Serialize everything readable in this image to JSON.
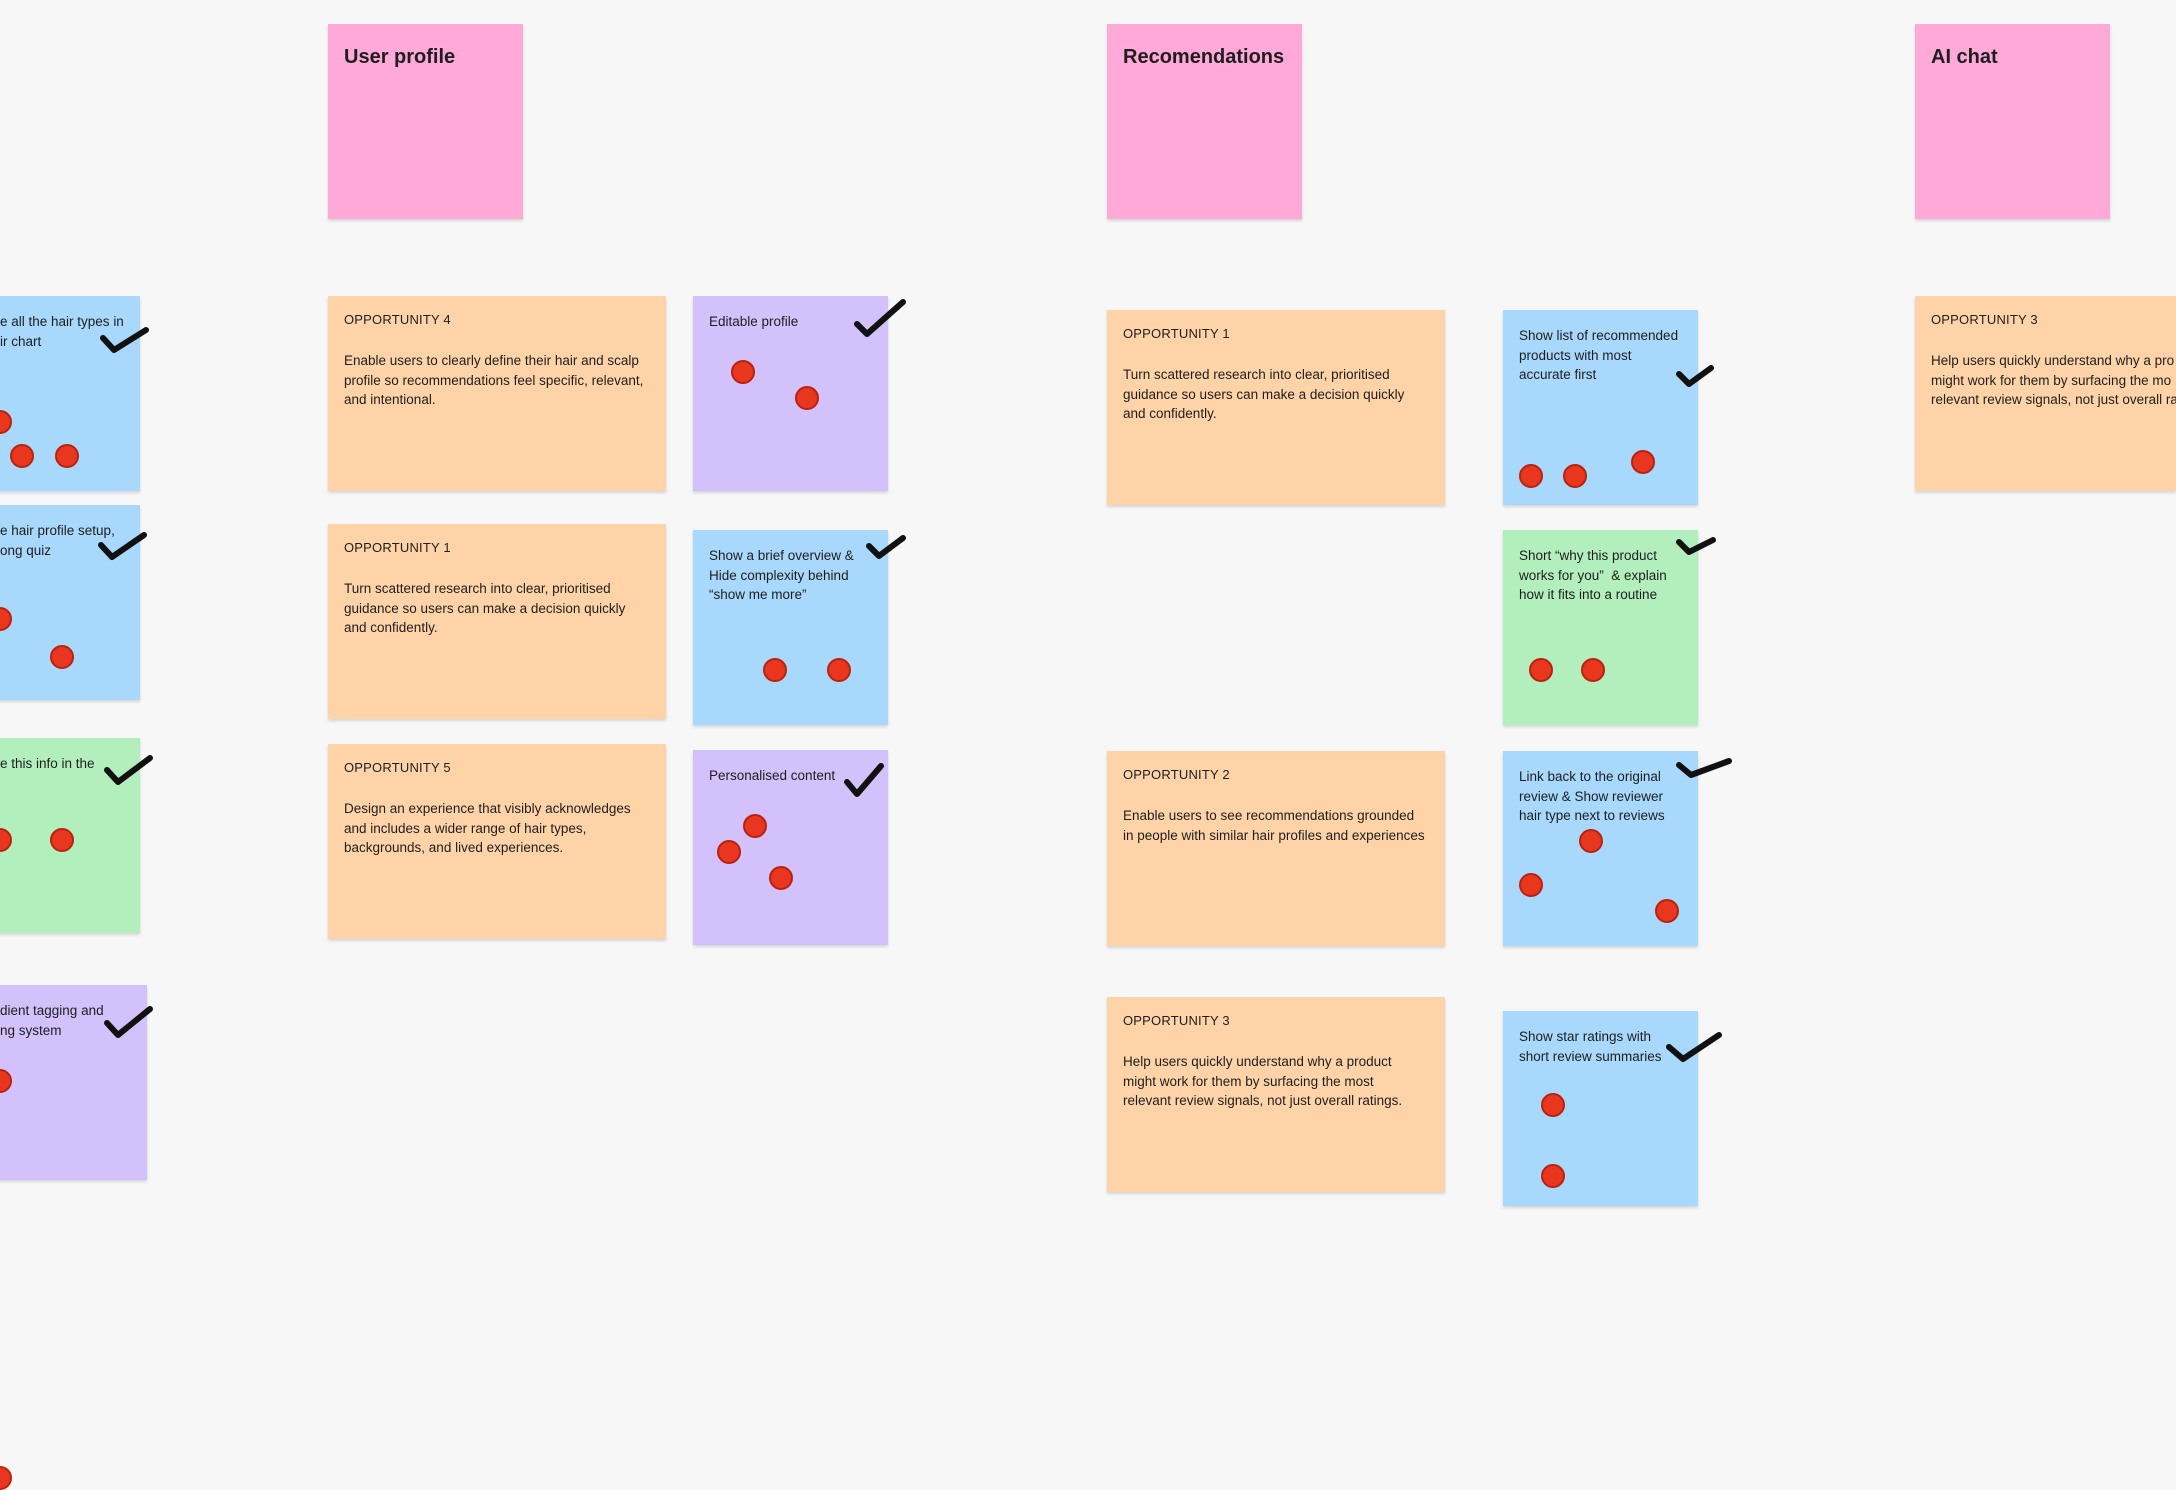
{
  "headers": {
    "user_profile": "User profile",
    "recommendations": "Recomendations",
    "ai_chat": "AI chat"
  },
  "left_column": [
    "e all the hair types in\nir chart",
    "e hair profile setup,\nong quiz",
    "e this info in the",
    "dient tagging and\nng system"
  ],
  "user_profile": {
    "opp4": {
      "label": "OPPORTUNITY 4",
      "text": "Enable users to clearly define their hair and scalp profile so recommendations feel specific, relevant, and intentional."
    },
    "opp1": {
      "label": "OPPORTUNITY 1",
      "text": "Turn scattered research into clear, prioritised guidance so users can make a decision quickly and confidently."
    },
    "opp5": {
      "label": "OPPORTUNITY 5",
      "text": "Design an experience that visibly acknowledges and includes a wider range of hair types, backgrounds, and lived experiences."
    },
    "ideas": [
      "Editable profile",
      "Show a brief overview &\nHide complexity behind\n“show me more”",
      "Personalised content"
    ]
  },
  "recommendations": {
    "opp1": {
      "label": "OPPORTUNITY 1",
      "text": "Turn scattered research into clear, prioritised guidance so users can make a decision quickly and confidently."
    },
    "opp2": {
      "label": "OPPORTUNITY 2",
      "text": "Enable users to see recommendations grounded in people with similar hair profiles and experiences"
    },
    "opp3": {
      "label": "OPPORTUNITY 3",
      "text": "Help users quickly understand why a product might work for them by surfacing the most relevant review signals, not just overall ratings."
    },
    "ideas": [
      "Show list of recommended\nproducts with most\naccurate first",
      "Short “why this product\nworks for you”  & explain\nhow it fits into a routine",
      "Link back to the original\nreview & Show reviewer\nhair type next to reviews",
      "Show star ratings with\nshort review summaries"
    ]
  },
  "ai_chat": {
    "opp3": {
      "label": "OPPORTUNITY 3",
      "text": "Help users quickly understand why a pro\nmight work for them by surfacing the mo\nrelevant review signals, not just overall ra"
    }
  },
  "colors": {
    "pink": "#ffa9d9",
    "orange": "#ffd3a8",
    "blue": "#a8d8fc",
    "green": "#b3efbd",
    "purple": "#d3c1fb",
    "vote_dot": "#e8371e",
    "canvas": "#f7f7f7"
  }
}
